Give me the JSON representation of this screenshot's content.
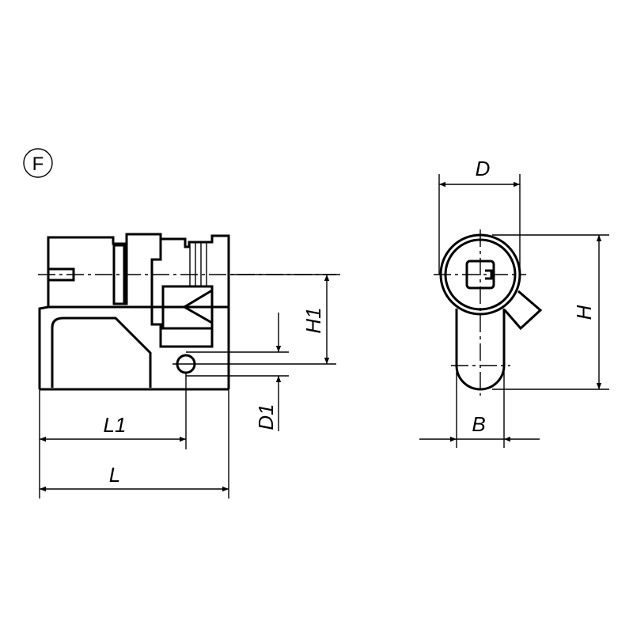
{
  "view_marker": "F",
  "side_view": {
    "dimensions": {
      "length": "L",
      "length_to_hole": "L1",
      "hole_height": "H1",
      "hole_diameter": "D1"
    }
  },
  "front_view": {
    "dimensions": {
      "diameter": "D",
      "height": "H",
      "width": "B"
    }
  },
  "colors": {
    "line": "#000000",
    "background": "#ffffff"
  }
}
